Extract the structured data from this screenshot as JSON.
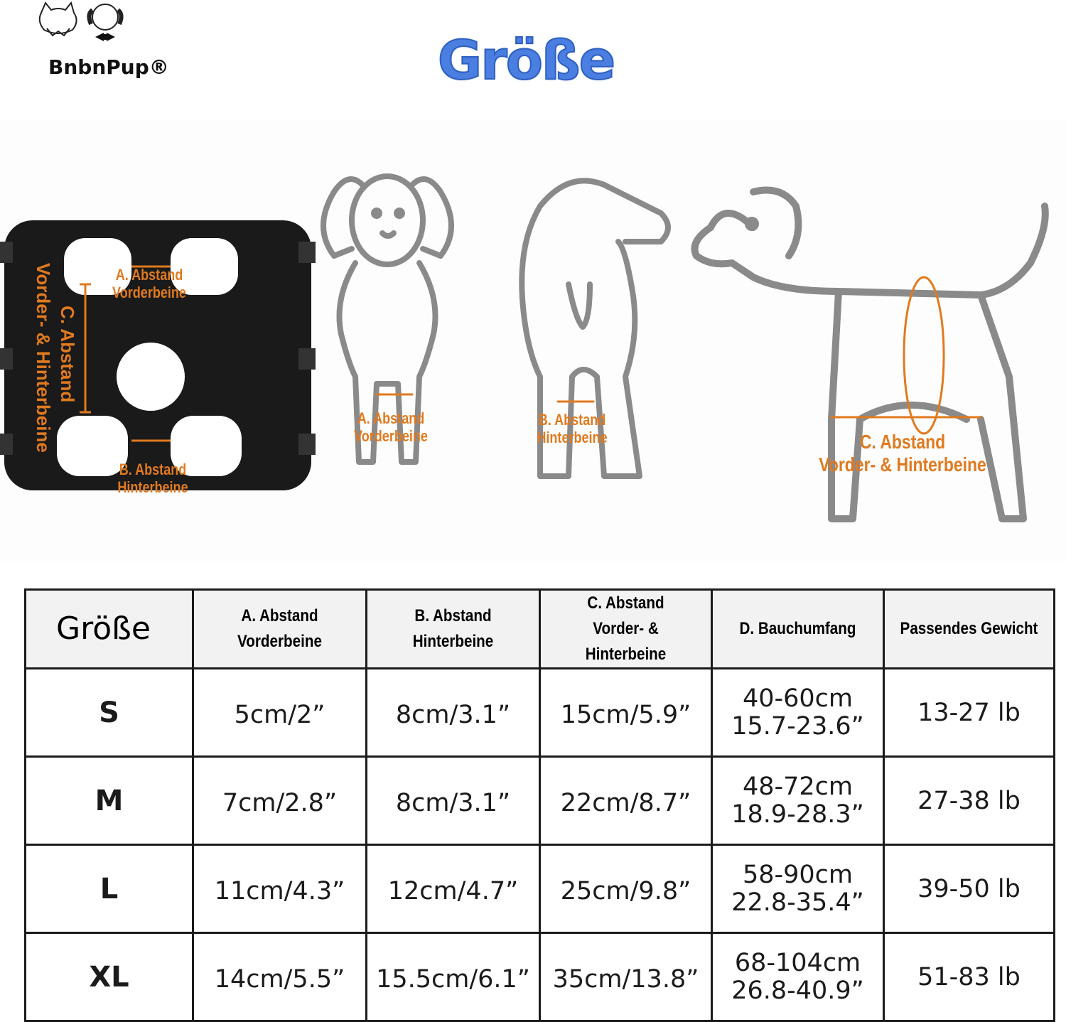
{
  "brand": {
    "logo_text": "BnbnPup®"
  },
  "title": "Größe",
  "diagram": {
    "garment_labels": {
      "a": [
        "A. Abstand",
        "Vorderbeine"
      ],
      "b": [
        "B. Abstand",
        "Hinterbeine"
      ],
      "c_line1": "C. Abstand",
      "c_line2": "Vorder- & Hinterbeine"
    },
    "front_dog_label": [
      "A. Abstand",
      "Vorderbeine"
    ],
    "rear_dog_label": [
      "B. Abstand",
      "Hinterbeine"
    ],
    "side_dog_label": [
      "C. Abstand",
      "Vorder- & Hinterbeine"
    ],
    "accent_color": "#e07a1f",
    "outline_color": "#8a8a8a"
  },
  "table": {
    "headers": [
      [
        "Größe"
      ],
      [
        "A. Abstand",
        "Vorderbeine"
      ],
      [
        "B. Abstand",
        "Hinterbeine"
      ],
      [
        "C. Abstand",
        "Vorder- & Hinterbeine"
      ],
      [
        "D. Bauchumfang"
      ],
      [
        "Passendes Gewicht"
      ]
    ],
    "rows": [
      {
        "size": "S",
        "a": "5cm/2”",
        "b": "8cm/3.1”",
        "c": "15cm/5.9”",
        "d1": "40-60cm",
        "d2": "15.7-23.6”",
        "weight": "13-27 lb"
      },
      {
        "size": "M",
        "a": "7cm/2.8”",
        "b": "8cm/3.1”",
        "c": "22cm/8.7”",
        "d1": "48-72cm",
        "d2": "18.9-28.3”",
        "weight": "27-38 lb"
      },
      {
        "size": "L",
        "a": "11cm/4.3”",
        "b": "12cm/4.7”",
        "c": "25cm/9.8”",
        "d1": "58-90cm",
        "d2": "22.8-35.4”",
        "weight": "39-50 lb"
      },
      {
        "size": "XL",
        "a": "14cm/5.5”",
        "b": "15.5cm/6.1”",
        "c": "35cm/13.8”",
        "d1": "68-104cm",
        "d2": "26.8-40.9”",
        "weight": "51-83 lb"
      }
    ]
  }
}
